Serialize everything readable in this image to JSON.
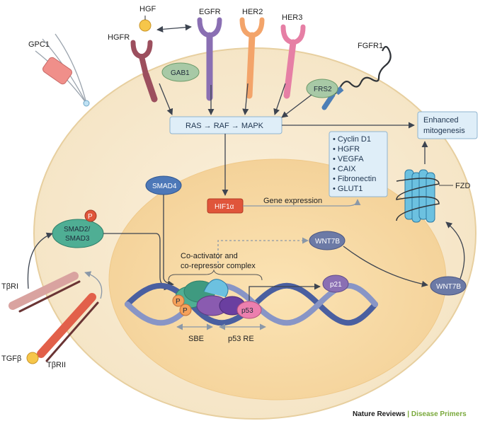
{
  "receptors": {
    "hgf": "HGF",
    "hgfr": "HGFR",
    "egfr": "EGFR",
    "her2": "HER2",
    "her3": "HER3",
    "fgfr1": "FGFR1",
    "gpc1": "GPC1",
    "fzd": "FZD",
    "tbri": "TβRI",
    "tbrii": "TβRII",
    "tgfb": "TGFβ"
  },
  "adaptors": {
    "gab1": "GAB1",
    "frs2": "FRS2"
  },
  "pathway": {
    "ras_raf_mapk": "RAS → RAF → MAPK",
    "enhanced_mitogenesis_line1": "Enhanced",
    "enhanced_mitogenesis_line2": "mitogenesis",
    "hif1a": "HIF1α",
    "gene_expression": "Gene expression",
    "smad4": "SMAD4",
    "smad23_line1": "SMAD2/",
    "smad23_line2": "SMAD3",
    "phospho": "P",
    "wnt7b": "WNT7B",
    "coactivator_line1": "Co-activator and",
    "coactivator_line2": "co-repressor complex",
    "p21": "p21",
    "p53": "p53",
    "sbe": "SBE",
    "p53re": "p53 RE"
  },
  "target_genes": [
    "Cyclin D1",
    "HGFR",
    "VEGFA",
    "CAIX",
    "Fibronectin",
    "GLUT1"
  ],
  "footer": {
    "journal": "Nature Reviews",
    "separator": " | ",
    "series": "Disease Primers"
  },
  "colors": {
    "cell": "#f6e8cf",
    "nucleus": "#f7d9a4",
    "box_fill": "#dfeef8",
    "hif1a": "#e0553a",
    "smad": "#4fae94",
    "wnt": "#6c7aa6",
    "series_green": "#7aa93c"
  }
}
